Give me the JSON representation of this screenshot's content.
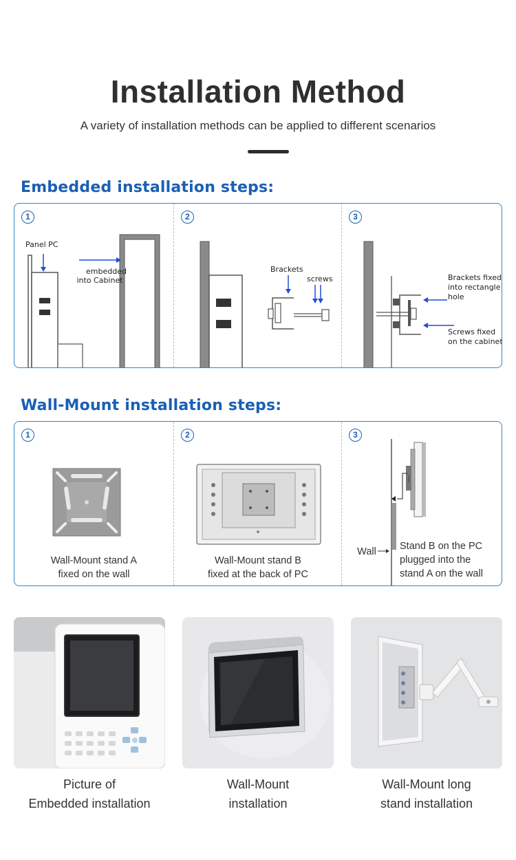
{
  "header": {
    "title": "Installation Method",
    "subtitle": "A variety of installation methods can be applied to different scenarios"
  },
  "colors": {
    "accent": "#1a5fb4",
    "border": "#2d86c8",
    "arrow": "#1f4fd1"
  },
  "embedded": {
    "heading": "Embedded installation steps:",
    "steps": [
      {
        "number": "1",
        "labels": [
          "Panel PC",
          "embedded",
          "into Cabinet"
        ]
      },
      {
        "number": "2",
        "labels": [
          "Brackets",
          "screws"
        ]
      },
      {
        "number": "3",
        "labels": [
          "Brackets fixed",
          "into rectangle",
          "hole",
          "Screws fixed",
          "on the cabinet"
        ]
      }
    ]
  },
  "wall_mount": {
    "heading": "Wall-Mount installation steps:",
    "steps": [
      {
        "number": "1",
        "caption": [
          "Wall-Mount stand A",
          "fixed on the wall"
        ]
      },
      {
        "number": "2",
        "caption": [
          "Wall-Mount stand B",
          "fixed at the back of PC"
        ]
      },
      {
        "number": "3",
        "wall_label": "Wall",
        "caption": [
          "Stand B on the PC",
          "plugged into the",
          "stand A on the wall"
        ]
      }
    ]
  },
  "photos": [
    {
      "caption": [
        "Picture of",
        "Embedded installation"
      ],
      "icon": "embedded-photo"
    },
    {
      "caption": [
        "Wall-Mount",
        "installation"
      ],
      "icon": "wall-mount-photo"
    },
    {
      "caption": [
        "Wall-Mount long",
        "stand installation"
      ],
      "icon": "long-stand-photo"
    }
  ]
}
